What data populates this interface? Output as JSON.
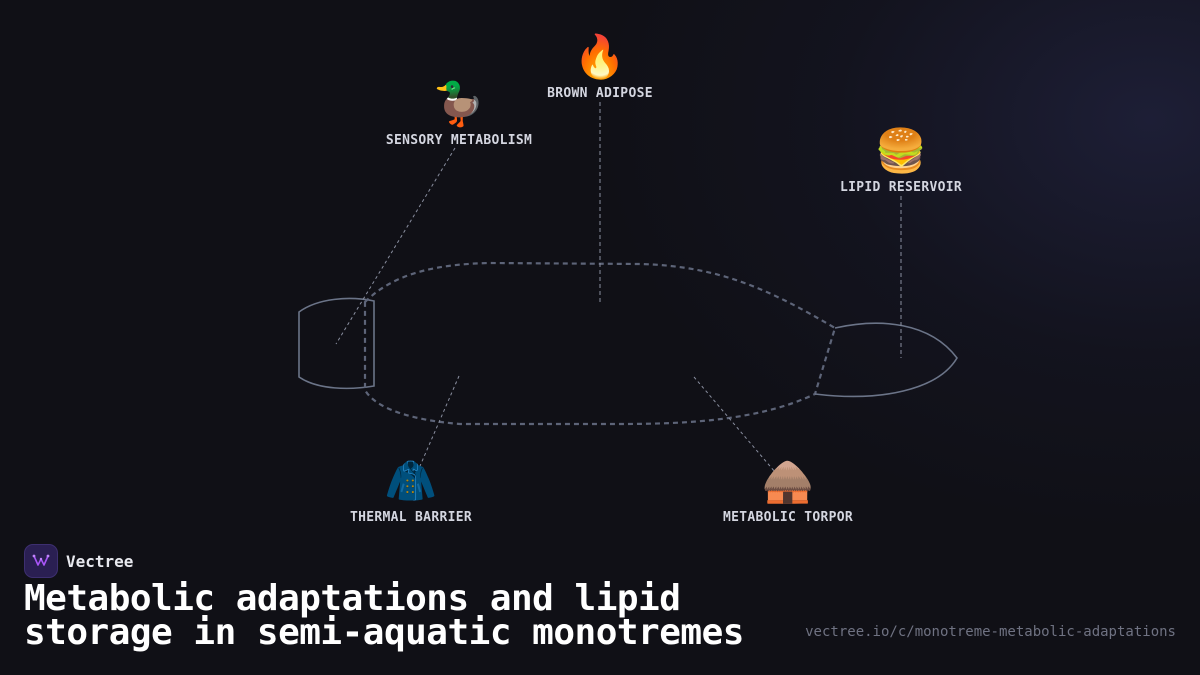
{
  "diagram": {
    "nodes": [
      {
        "id": "brown-adipose",
        "emoji": "🔥",
        "icon": "fire-icon",
        "label": "BROWN ADIPOSE"
      },
      {
        "id": "sensory-metabolism",
        "emoji": "🦆",
        "icon": "duck-icon",
        "label": "SENSORY METABOLISM"
      },
      {
        "id": "lipid-reservoir",
        "emoji": "🍔",
        "icon": "burger-icon",
        "label": "LIPID RESERVOIR"
      },
      {
        "id": "thermal-barrier",
        "emoji": "🧥",
        "icon": "coat-icon",
        "label": "THERMAL BARRIER"
      },
      {
        "id": "metabolic-torpor",
        "emoji": "🛖",
        "icon": "hut-icon",
        "label": "METABOLIC TORPOR"
      }
    ],
    "colors": {
      "outline": "#6b7488",
      "leader_line": "#8a8fa0",
      "label": "#d4d6e0"
    }
  },
  "brand": {
    "name": "Vectree",
    "logo_icon": "vectree-logo-icon",
    "logo_color": "#a855f7"
  },
  "title": "Metabolic adaptations and lipid storage in semi-aquatic monotremes",
  "url": "vectree.io/c/monotreme-metabolic-adaptations"
}
